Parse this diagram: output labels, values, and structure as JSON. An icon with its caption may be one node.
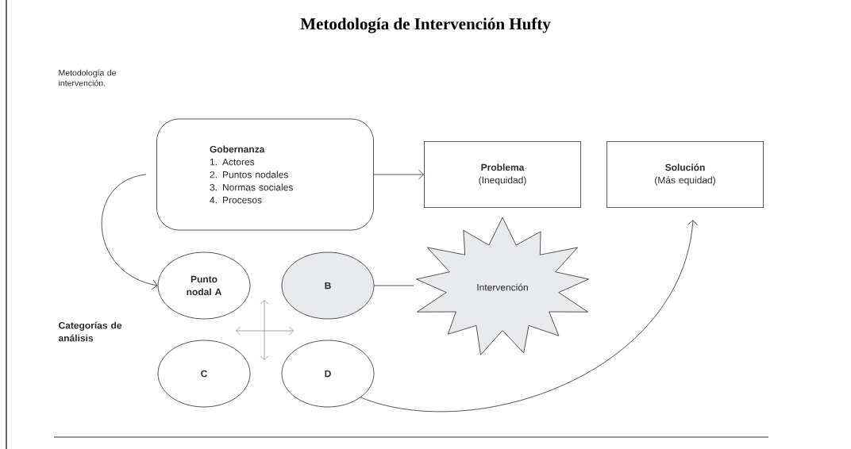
{
  "diagram": {
    "title": "Metodología de Intervención Hufty",
    "nodes": [
      {
        "text": [
          "Gobernanza",
          "1. Actores",
          "2. Puntos nodales",
          "3. Normas sociales",
          "4. Procesos"
        ]
      },
      {
        "text": [
          "Problema",
          "(Inequidad)"
        ]
      },
      {
        "text": [
          "Solución",
          "(Más equidad)"
        ]
      },
      {
        "text": [
          "Punto nodal A"
        ]
      },
      {
        "text": [
          "B"
        ]
      },
      {
        "text": [
          "Intervención"
        ]
      },
      {
        "text": [
          "C"
        ]
      },
      {
        "text": [
          "D"
        ]
      }
    ],
    "edges": [
      {
        "from": 0,
        "to": 1,
        "arrow": "to"
      },
      {
        "from": 0,
        "to": 3,
        "arrow": "to"
      },
      {
        "from": 4,
        "to": 5,
        "arrow": "none"
      },
      {
        "from": 7,
        "to": 2,
        "arrow": "to"
      }
    ],
    "labels": [
      "Metodología de intervención.",
      "Categorías de análisis"
    ]
  }
}
